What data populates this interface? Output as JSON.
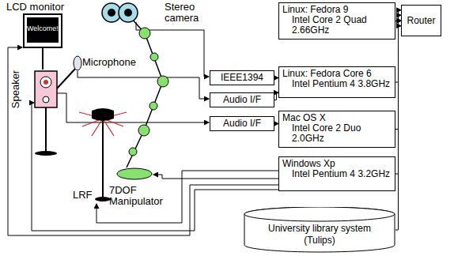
{
  "diagram": {
    "nodes": [
      {
        "text": [
          "Linux: Fedora 9",
          "Intel Core 2 Quad 2.66GHz"
        ]
      },
      {
        "text": [
          "Linux: Fedora Core 6",
          "Intel Pentium 4 3.8GHz"
        ]
      },
      {
        "text": [
          "Mac OS X",
          "Intel Core 2 Duo 2.0GHz"
        ]
      },
      {
        "text": [
          "Windows Xp",
          "Intel Pentium 4 3.2GHz"
        ]
      },
      {
        "text": [
          "Router"
        ]
      },
      {
        "text": [
          "IEEE1394"
        ]
      },
      {
        "text": [
          "Audio I/F"
        ]
      },
      {
        "text": [
          "Audio I/F"
        ]
      },
      {
        "text": [
          "University library system (Tulips)"
        ]
      }
    ],
    "edges": [
      {
        "from": 0,
        "to": 4,
        "arrow": "to"
      },
      {
        "from": 1,
        "to": 4,
        "arrow": "to"
      },
      {
        "from": 2,
        "to": 4,
        "arrow": "to"
      },
      {
        "from": 3,
        "to": 4,
        "arrow": "to"
      },
      {
        "from": 8,
        "to": 4,
        "arrow": "to"
      },
      {
        "from": 5,
        "to": 1,
        "arrow": "to"
      },
      {
        "from": 6,
        "to": 1,
        "arrow": "to"
      },
      {
        "from": 7,
        "to": 2,
        "arrow": "to"
      }
    ],
    "labels": [
      "LCD monitor",
      "Welcome!!",
      "Stereo camera",
      "Speaker",
      "Microphone",
      "LRF",
      "7DOF Manipulator"
    ]
  }
}
